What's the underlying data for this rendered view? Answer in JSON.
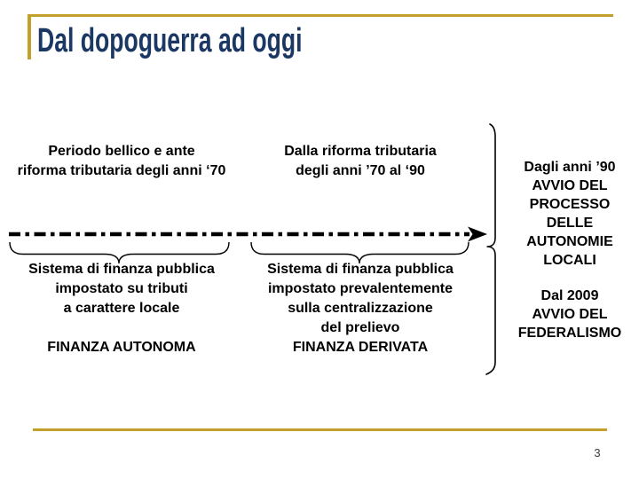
{
  "slide": {
    "title": "Dal dopoguerra ad oggi",
    "page_number": "3",
    "colors": {
      "accent_gold": "#C3A02C",
      "title_navy": "#1B3864",
      "body_text": "#000000"
    },
    "timeline": {
      "periods": [
        {
          "header": "Periodo bellico e ante\nriforma tributaria degli anni ‘70",
          "body": "Sistema di finanza pubblica\nimpostato su tributi\na carattere locale",
          "label": "FINANZA AUTONOMA"
        },
        {
          "header": "Dalla riforma tributaria\ndegli anni ’70 al ‘90",
          "body": "Sistema di finanza pubblica\nimpostato prevalentemente\nsulla centralizzazione\ndel prelievo",
          "label": "FINANZA DERIVATA"
        }
      ],
      "outcome": {
        "first": "Dagli anni ’90\nAVVIO DEL\nPROCESSO\nDELLE\nAUTONOMIE\nLOCALI",
        "second": "Dal 2009\nAVVIO DEL\nFEDERALISMO"
      }
    }
  }
}
